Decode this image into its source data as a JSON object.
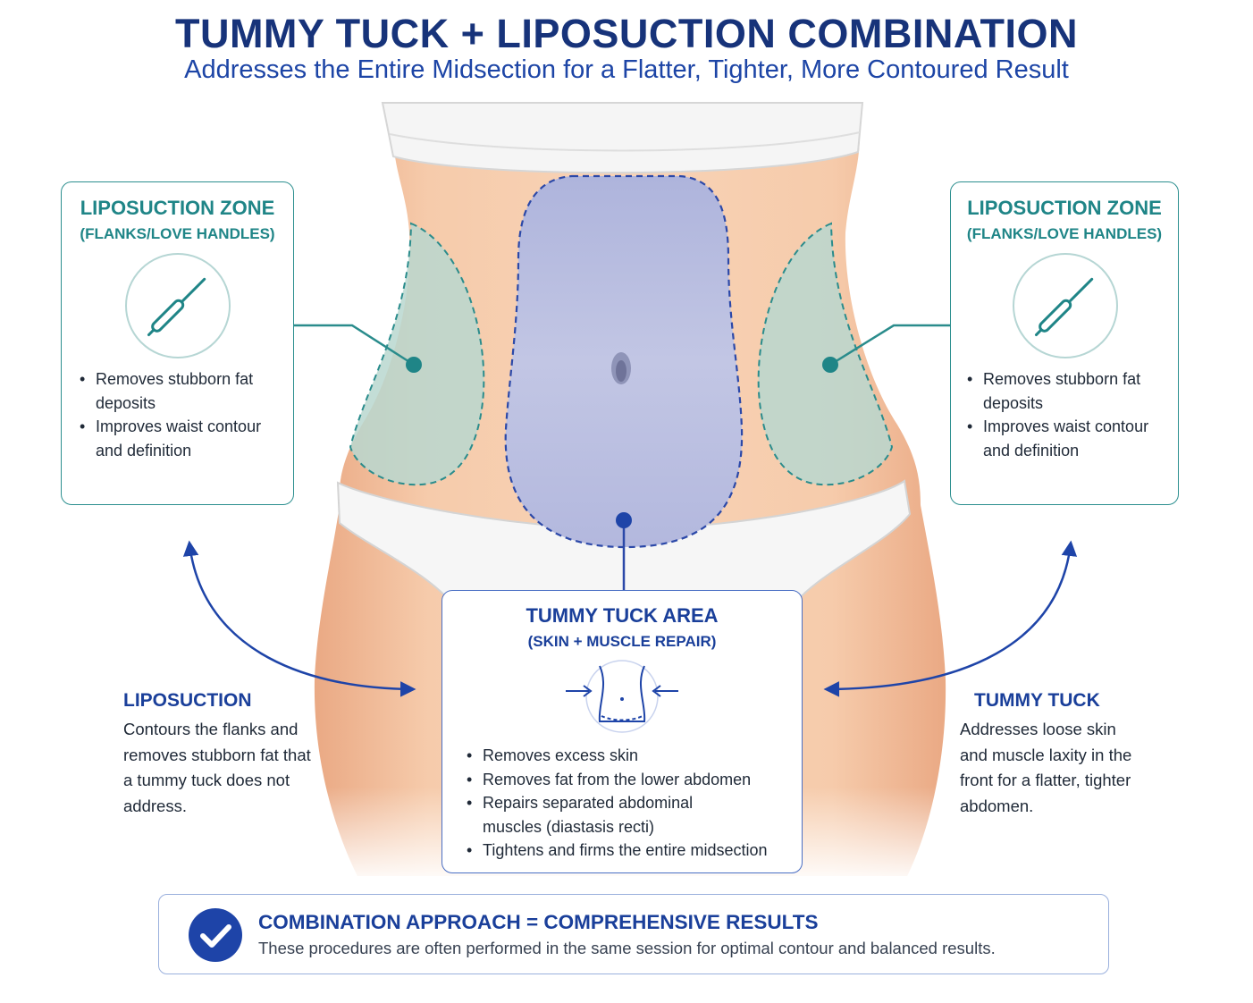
{
  "header": {
    "title": "TUMMY TUCK +  LIPOSUCTION COMBINATION",
    "subtitle": "Addresses the Entire Midsection for a Flatter, Tighter, More Contoured Result"
  },
  "colors": {
    "navy": "#17337a",
    "blue": "#1a3f9a",
    "teal": "#1f8587",
    "skin": "#f4c6a3",
    "tuck_zone": "#b8bddf",
    "lipo_zone": "#b9d7cf"
  },
  "lipo_left": {
    "title": "LIPOSUCTION ZONE",
    "subtitle": "(FLANKS/LOVE HANDLES)",
    "icon": "cannula-icon",
    "bullets": [
      "Removes stubborn fat deposits",
      "Improves waist contour and definition"
    ]
  },
  "lipo_right": {
    "title": "LIPOSUCTION ZONE",
    "subtitle": "(FLANKS/LOVE HANDLES)",
    "icon": "cannula-icon",
    "bullets": [
      "Removes stubborn fat deposits",
      "Improves waist contour and definition"
    ]
  },
  "tuck_card": {
    "title": "TUMMY TUCK AREA",
    "subtitle": "(SKIN + MUSCLE REPAIR)",
    "icon": "tightened-waist-icon",
    "bullets": [
      "Removes excess skin",
      "Removes fat from the lower abdomen",
      "Repairs separated abdominal muscles (diastasis recti)",
      "Tightens and firms the entire midsection"
    ]
  },
  "liposuction_note": {
    "heading": "LIPOSUCTION",
    "text": "Contours the flanks and removes stubborn fat that a tummy tuck does not address."
  },
  "tummy_tuck_note": {
    "heading": "TUMMY TUCK",
    "text": "Addresses loose skin and muscle laxity in the front for a flatter, tighter abdomen."
  },
  "banner": {
    "icon": "checkmark-icon",
    "title": "COMBINATION APPROACH = COMPREHENSIVE RESULTS",
    "text": "These procedures are often performed in the same session for optimal contour and balanced results."
  }
}
